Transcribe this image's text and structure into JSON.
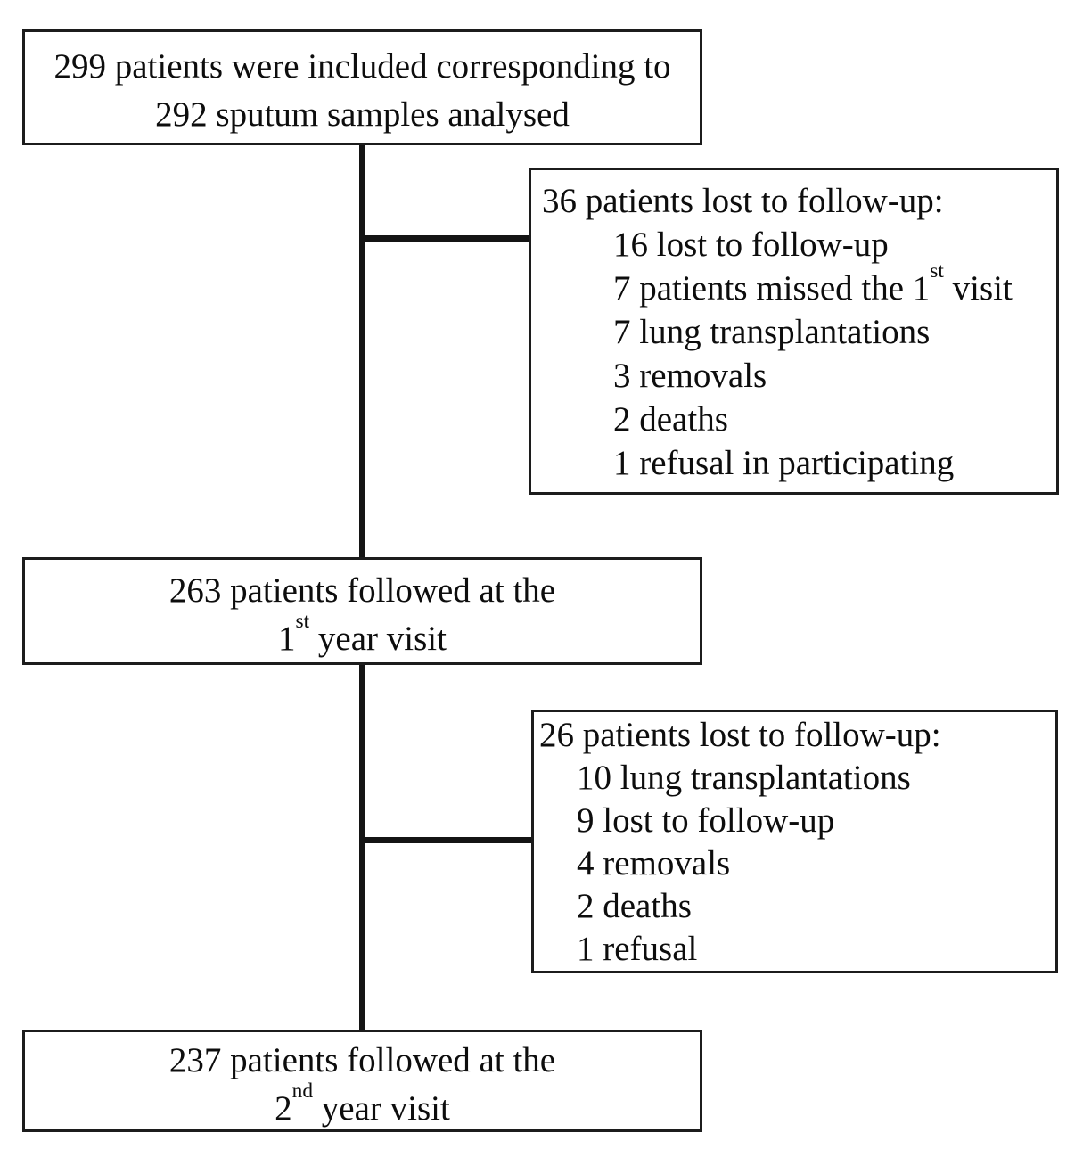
{
  "diagram": {
    "type": "flowchart",
    "background_color": "#ffffff",
    "line_color": "#141414",
    "border_color": "#1c1c1c",
    "text_color": "#0d0d0d",
    "boxes": {
      "included": {
        "lines": [
          {
            "pre": "299 patients were included corresponding to"
          },
          {
            "pre": "292 sputum samples analysed"
          }
        ]
      },
      "excluded_first": {
        "header": {
          "pre": "36 patients lost to follow-up:"
        },
        "items": [
          {
            "pre": "16 lost to follow-up"
          },
          {
            "pre": "7 patients missed the 1",
            "sup": "st",
            "post": " visit"
          },
          {
            "pre": "7 lung transplantations"
          },
          {
            "pre": "3 removals"
          },
          {
            "pre": "2 deaths"
          },
          {
            "pre": "1 refusal in participating"
          }
        ]
      },
      "first_year": {
        "lines": [
          {
            "pre": "263 patients followed at the"
          },
          {
            "pre": "1",
            "sup": "st",
            "post": " year visit"
          }
        ]
      },
      "excluded_second": {
        "header": {
          "pre": "26 patients lost to follow-up:"
        },
        "items": [
          {
            "pre": "10 lung transplantations"
          },
          {
            "pre": "9 lost to follow-up"
          },
          {
            "pre": "4 removals"
          },
          {
            "pre": "2 deaths"
          },
          {
            "pre": "1 refusal"
          }
        ]
      },
      "second_year": {
        "lines": [
          {
            "pre": "237 patients followed at the"
          },
          {
            "pre": "2",
            "sup": "nd",
            "post": " year visit"
          }
        ]
      }
    }
  }
}
